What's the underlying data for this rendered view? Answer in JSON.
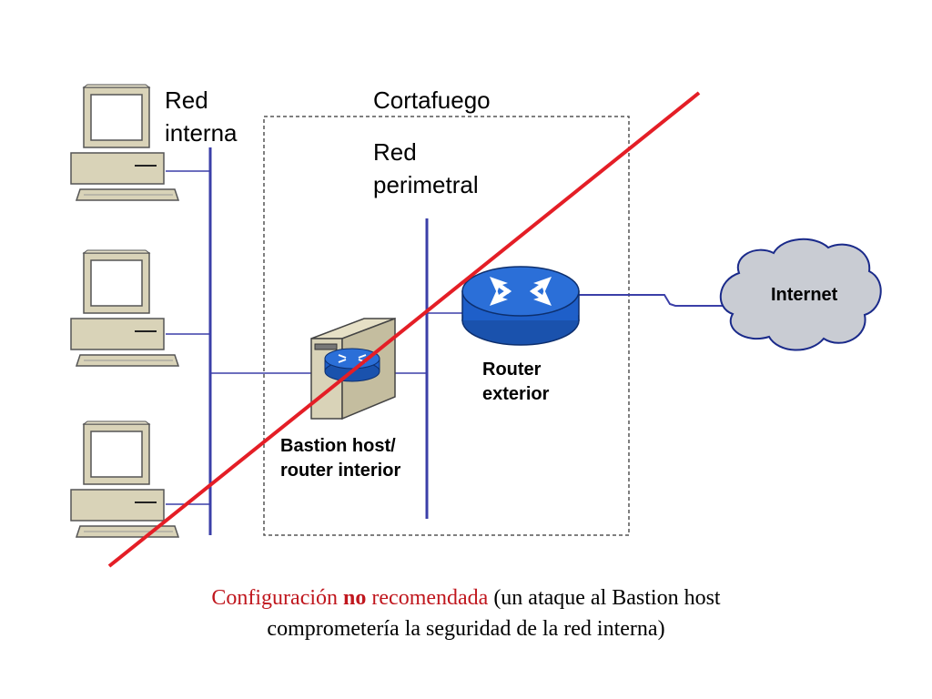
{
  "labels": {
    "red_interna_line1": "Red",
    "red_interna_line2": "interna",
    "cortafuego": "Cortafuego",
    "red_perimetral_line1": "Red",
    "red_perimetral_line2": "perimetral",
    "internet": "Internet",
    "router_exterior_line1": "Router",
    "router_exterior_line2": "exterior",
    "bastion_line1": "Bastion host/",
    "bastion_line2": "router interior"
  },
  "caption": {
    "part1": "Configuración ",
    "part2": "no",
    "part3": " recomendada",
    "part4": " (un ataque al Bastion host",
    "line2": "comprometería la seguridad de la red interna)"
  },
  "colors": {
    "network_line": "#3b3fa8",
    "strike_line": "#e41e26",
    "router_blue": "#1e5fc9",
    "cloud_fill": "#c9ccd3",
    "computer_beige": "#d9d3b8",
    "caption_red": "#c0171e"
  },
  "icons": [
    "computer-icon",
    "router-icon",
    "bastion-server-icon",
    "cloud-icon"
  ]
}
